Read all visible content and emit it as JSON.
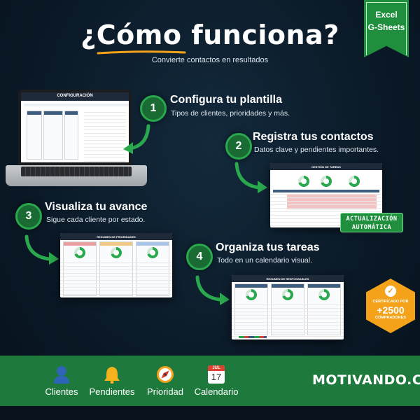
{
  "header": {
    "title": "¿Cómo funciona?",
    "subtitle": "Convierte contactos en resultados",
    "ribbon_line1": "Excel",
    "ribbon_line2": "G-Sheets"
  },
  "steps": [
    {
      "number": "1",
      "title": "Configura tu plantilla",
      "description": "Tipos de clientes, prioridades y más."
    },
    {
      "number": "2",
      "title": "Registra tus contactos",
      "description": "Datos clave y pendientes importantes."
    },
    {
      "number": "3",
      "title": "Visualiza tu avance",
      "description": "Sigue cada cliente por estado."
    },
    {
      "number": "4",
      "title": "Organiza tus tareas",
      "description": "Todo en un calendario visual."
    }
  ],
  "screens": {
    "config_title": "CONFIGURACIÓN",
    "laptop_brand": "MOTIVANDO.CO",
    "tasks_title": "GESTIÓN DE TAREAS",
    "priorities_title": "RESUMEN DE PRIORIDADES",
    "responsible_title": "RESUMEN DE RESPONSABLES"
  },
  "badges": {
    "auto_line1": "ACTUALIZACIÓN",
    "auto_line2": "AUTOMÁTICA",
    "cert_line1": "CERTIFICADO POR",
    "cert_line2": "+2500",
    "cert_line3": "COMPRADORES"
  },
  "footer": {
    "features": [
      {
        "label": "Clientes",
        "icon": "user-icon"
      },
      {
        "label": "Pendientes",
        "icon": "bell-icon"
      },
      {
        "label": "Prioridad",
        "icon": "compass-icon"
      },
      {
        "label": "Calendario",
        "icon": "calendar-icon"
      }
    ],
    "calendar_month": "JUL",
    "calendar_day": "17",
    "brand": "MOTIVANDO.CO"
  },
  "colors": {
    "background": "#0b1a28",
    "accent_green": "#1e7a3c",
    "step_circle": "#1a6b33",
    "underline_orange": "#f3a21a",
    "cert_orange": "#f3a21a"
  }
}
